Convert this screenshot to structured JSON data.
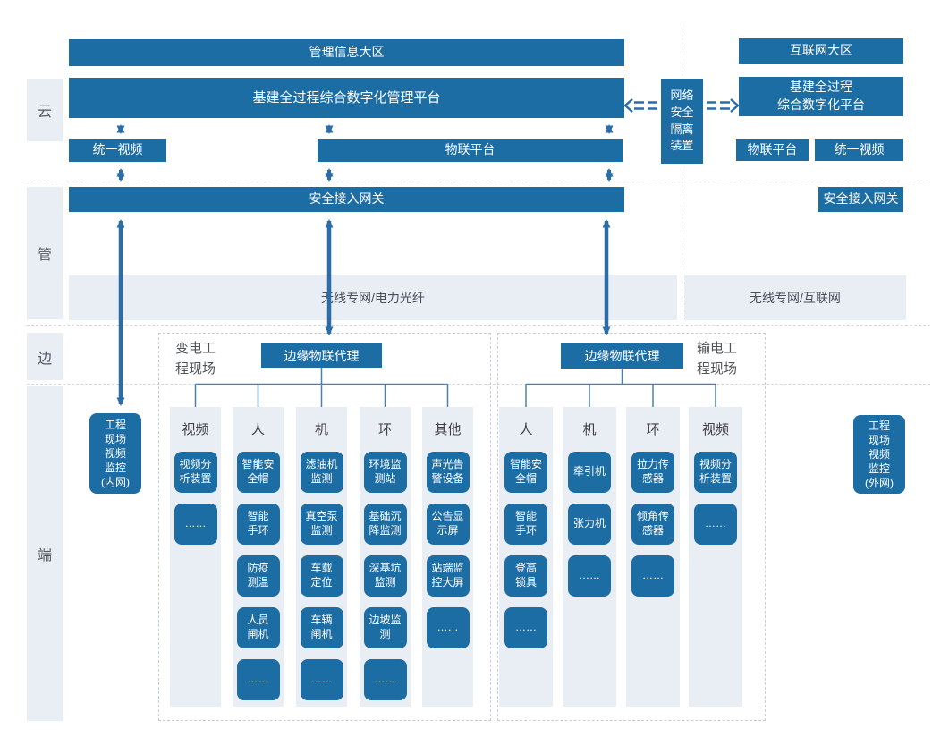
{
  "layers": [
    {
      "label": "云"
    },
    {
      "label": "管"
    },
    {
      "label": "边"
    },
    {
      "label": "端"
    }
  ],
  "cloud_left": {
    "zone_title": "管理信息大区",
    "platform": "基建全过程综合数字化管理平台",
    "unified_video": "统一视频",
    "iot_platform": "物联平台"
  },
  "isolation_device": "网络\n安全\n隔离\n装置",
  "cloud_right": {
    "zone_title": "互联网大区",
    "platform": "基建全过程\n综合数字化平台",
    "iot_platform": "物联平台",
    "unified_video": "统一视频"
  },
  "pipe_left": {
    "gateway": "安全接入网关",
    "network": "无线专网/电力光纤"
  },
  "pipe_right": {
    "gateway": "安全接入网关",
    "network": "无线专网/互联网"
  },
  "terminal_left_monitor": "工程\n现场\n视频\n监控\n(内网)",
  "terminal_right_monitor": "工程\n现场\n视频\n监控\n(外网)",
  "groups": [
    {
      "site_label": "变电工\n程现场",
      "agent": "边缘物联代理",
      "columns": [
        {
          "header": "视频",
          "items": [
            "视频分\n析装置",
            "……"
          ]
        },
        {
          "header": "人",
          "items": [
            "智能安\n全帽",
            "智能\n手环",
            "防疫\n测温",
            "人员\n闸机",
            "……"
          ]
        },
        {
          "header": "机",
          "items": [
            "滤油机\n监测",
            "真空泵\n监测",
            "车载\n定位",
            "车辆\n闸机",
            "……"
          ]
        },
        {
          "header": "环",
          "items": [
            "环境监\n测站",
            "基础沉\n降监测",
            "深基坑\n监测",
            "边坡监\n测",
            "……"
          ]
        },
        {
          "header": "其他",
          "items": [
            "声光告\n警设备",
            "公告显\n示屏",
            "站端监\n控大屏",
            "……"
          ]
        }
      ]
    },
    {
      "site_label": "输电工\n程现场",
      "agent": "边缘物联代理",
      "columns": [
        {
          "header": "人",
          "items": [
            "智能安\n全帽",
            "智能\n手环",
            "登高\n锁具",
            "……"
          ]
        },
        {
          "header": "机",
          "items": [
            "牵引机",
            "张力机",
            "……"
          ]
        },
        {
          "header": "环",
          "items": [
            "拉力传\n感器",
            "倾角传\n感器",
            "……"
          ]
        },
        {
          "header": "视频",
          "items": [
            "视频分\n析装置",
            "……"
          ]
        }
      ]
    }
  ],
  "colors": {
    "primary_blue": "#1d6da5",
    "panel_gray": "#e9edf4",
    "arrow_blue": "#2a6da8"
  }
}
